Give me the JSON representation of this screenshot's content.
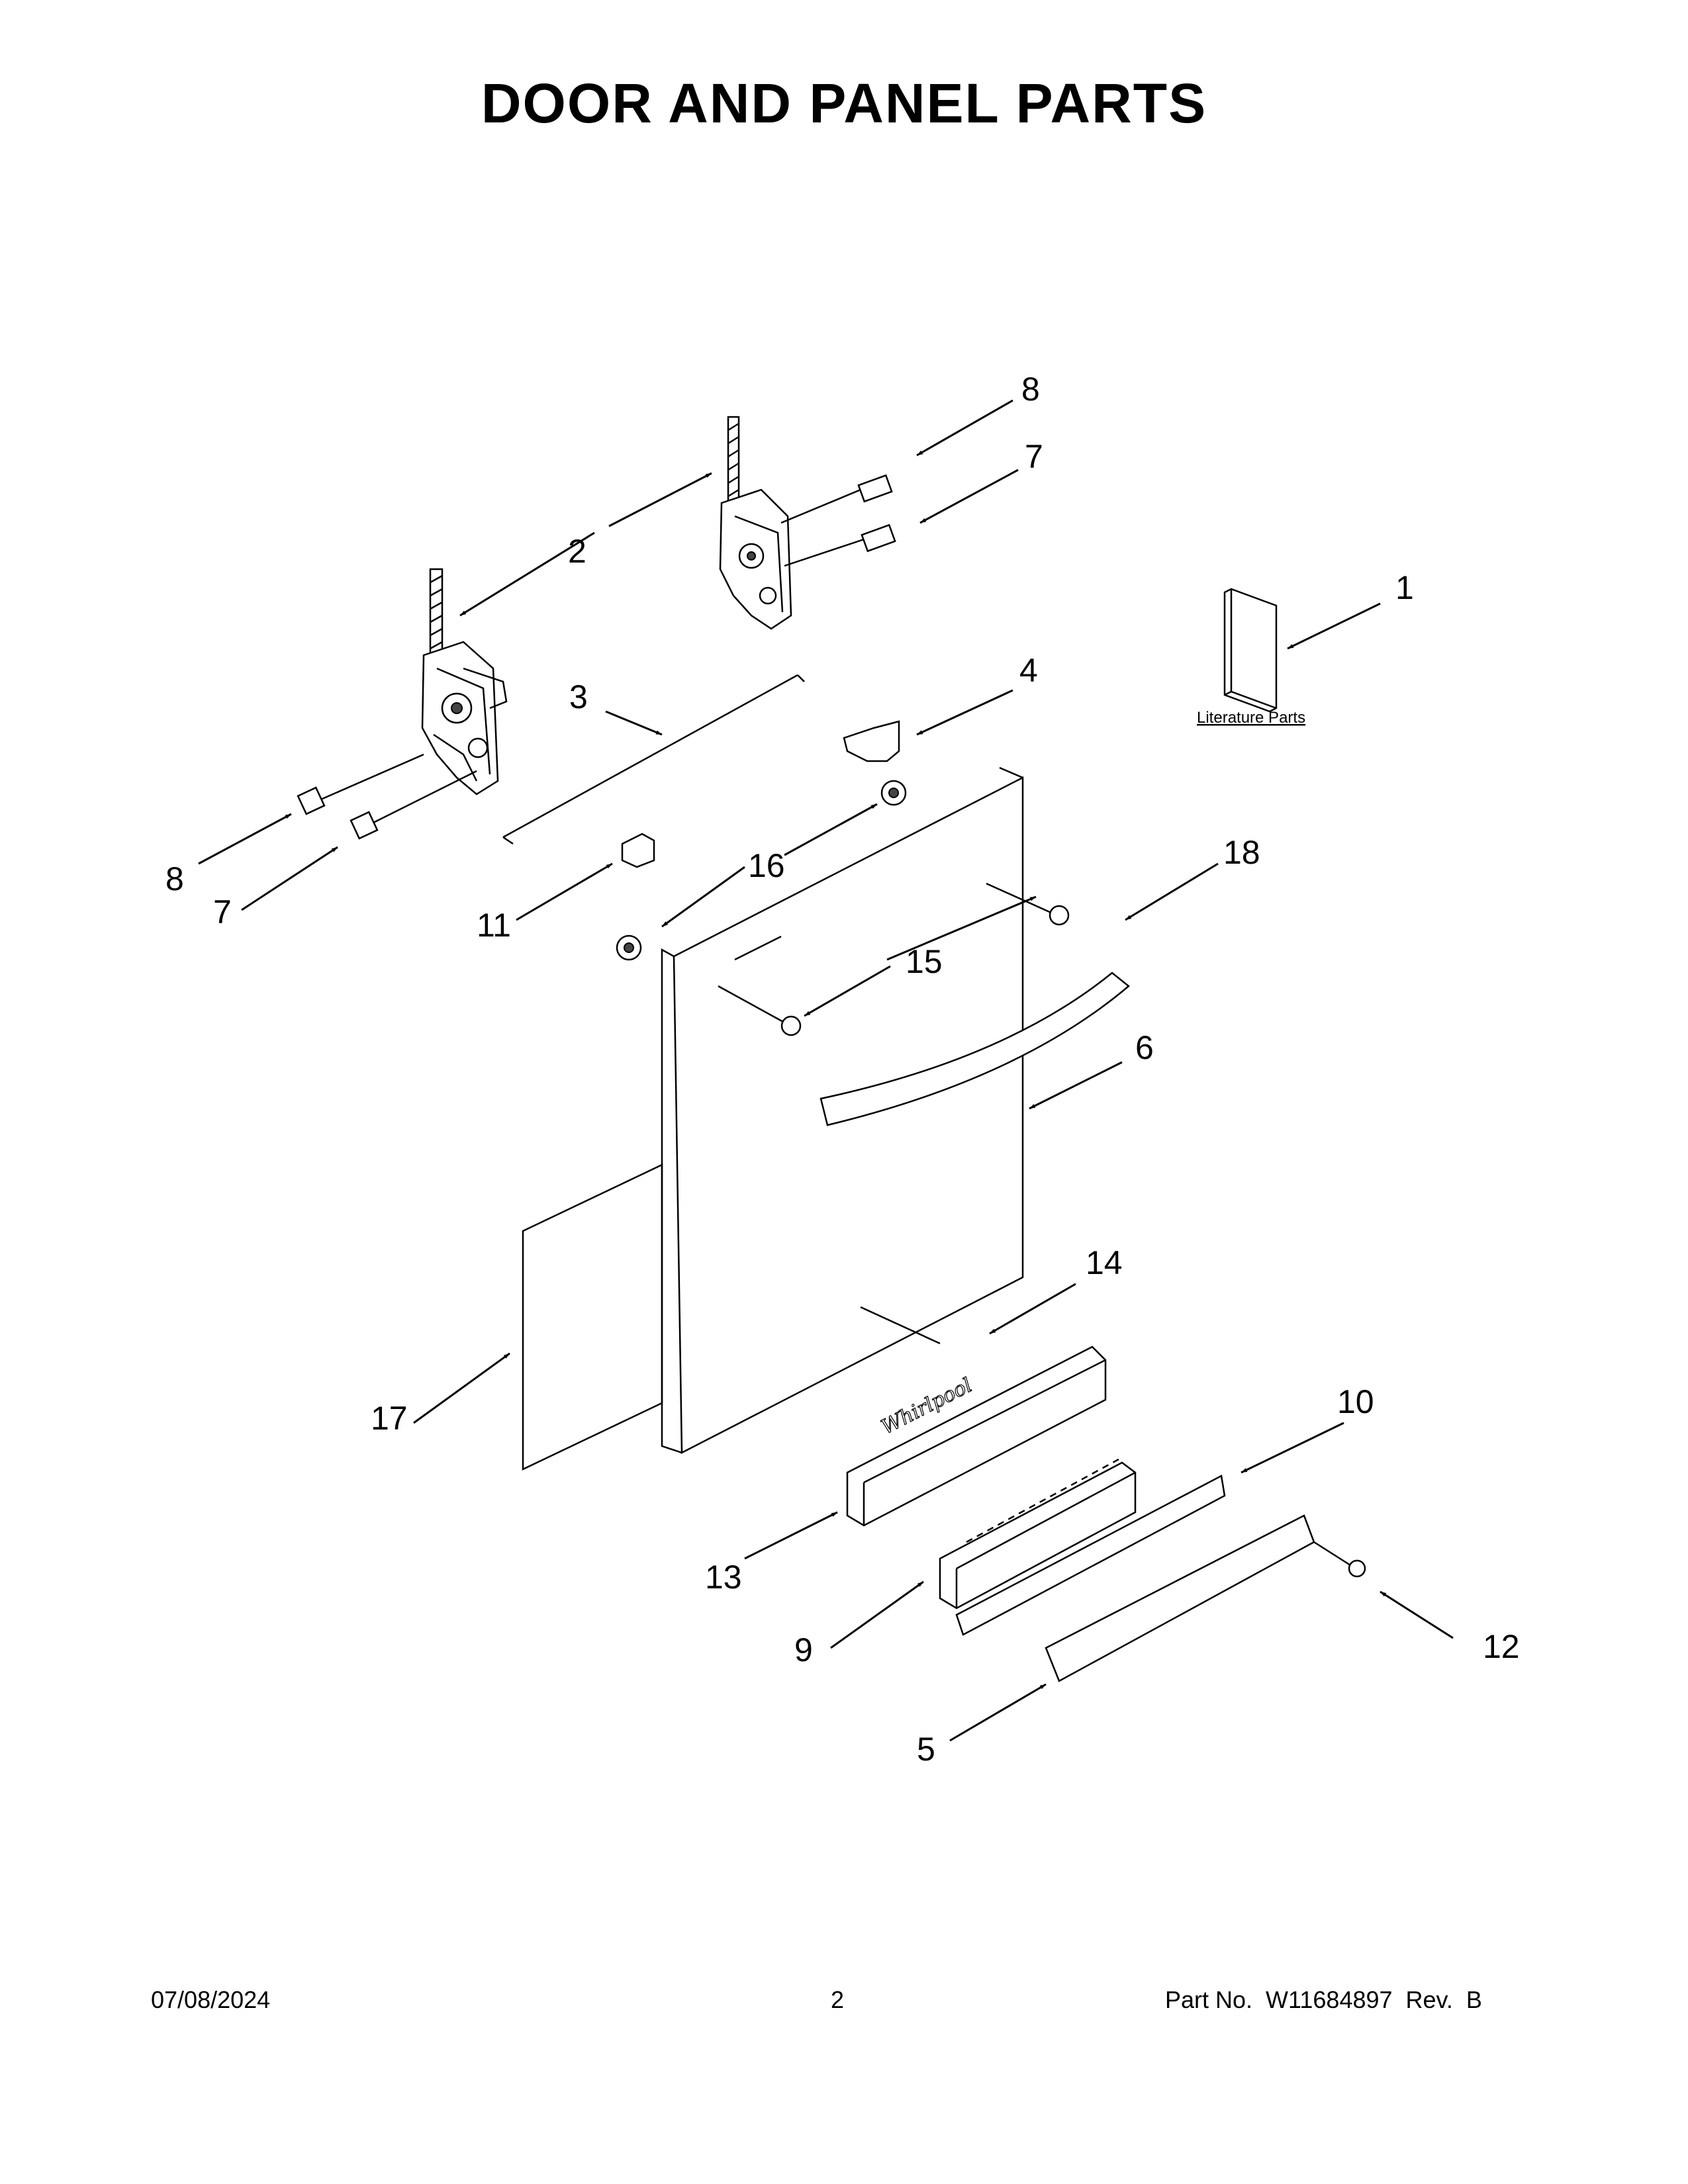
{
  "title": "DOOR AND PANEL PARTS",
  "callouts": [
    "1",
    "2",
    "3",
    "4",
    "5",
    "6",
    "7",
    "7",
    "8",
    "8",
    "9",
    "10",
    "11",
    "12",
    "13",
    "14",
    "15",
    "16",
    "17",
    "18"
  ],
  "literature_label": "Literature Parts",
  "logo_text": "Whirlpool",
  "footer": {
    "date": "07/08/2024",
    "page": "2",
    "part_no": "Part No.  W11684897  Rev.  B"
  }
}
